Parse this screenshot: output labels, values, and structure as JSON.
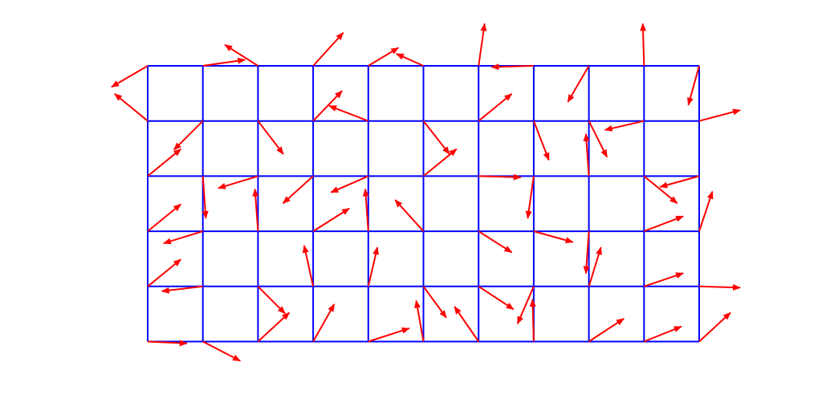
{
  "colors": {
    "background": "#ffffff",
    "grid": "#0000ff",
    "vector": "#ff0000"
  },
  "diagram": {
    "type": "vector-field-grid",
    "grid": {
      "columns": 10,
      "rows": 5
    },
    "vectors": [
      {
        "row": 0,
        "col": 0,
        "dx": -0.6,
        "dy": 0.35
      },
      {
        "row": 0,
        "col": 1,
        "dx": 0.7,
        "dy": -0.1
      },
      {
        "row": 0,
        "col": 2,
        "dx": -0.55,
        "dy": -0.35
      },
      {
        "row": 0,
        "col": 3,
        "dx": 0.5,
        "dy": -0.55
      },
      {
        "row": 0,
        "col": 4,
        "dx": 0.5,
        "dy": -0.3
      },
      {
        "row": 0,
        "col": 5,
        "dx": -0.45,
        "dy": -0.2
      },
      {
        "row": 0,
        "col": 6,
        "dx": 0.1,
        "dy": -0.7
      },
      {
        "row": 0,
        "col": 7,
        "dx": -0.7,
        "dy": 0.02
      },
      {
        "row": 0,
        "col": 8,
        "dx": -0.35,
        "dy": 0.6
      },
      {
        "row": 0,
        "col": 9,
        "dx": -0.02,
        "dy": -0.7
      },
      {
        "row": 0,
        "col": 10,
        "dx": -0.18,
        "dy": 0.65
      },
      {
        "row": 1,
        "col": 0,
        "dx": -0.55,
        "dy": -0.45
      },
      {
        "row": 1,
        "col": 1,
        "dx": -0.48,
        "dy": 0.48
      },
      {
        "row": 1,
        "col": 2,
        "dx": 0.42,
        "dy": 0.55
      },
      {
        "row": 1,
        "col": 3,
        "dx": 0.48,
        "dy": -0.5
      },
      {
        "row": 1,
        "col": 4,
        "dx": -0.65,
        "dy": -0.25
      },
      {
        "row": 1,
        "col": 5,
        "dx": 0.43,
        "dy": 0.55
      },
      {
        "row": 1,
        "col": 6,
        "dx": 0.55,
        "dy": -0.45
      },
      {
        "row": 1,
        "col": 7,
        "dx": 0.25,
        "dy": 0.65
      },
      {
        "row": 1,
        "col": 8,
        "dx": 0.3,
        "dy": 0.6
      },
      {
        "row": 1,
        "col": 9,
        "dx": -0.65,
        "dy": 0.15
      },
      {
        "row": 1,
        "col": 10,
        "dx": 0.68,
        "dy": -0.18
      },
      {
        "row": 2,
        "col": 0,
        "dx": 0.55,
        "dy": -0.45
      },
      {
        "row": 2,
        "col": 1,
        "dx": 0.05,
        "dy": 0.7
      },
      {
        "row": 2,
        "col": 2,
        "dx": -0.66,
        "dy": 0.2
      },
      {
        "row": 2,
        "col": 3,
        "dx": -0.5,
        "dy": 0.45
      },
      {
        "row": 2,
        "col": 4,
        "dx": -0.62,
        "dy": 0.27
      },
      {
        "row": 2,
        "col": 5,
        "dx": 0.55,
        "dy": -0.45
      },
      {
        "row": 2,
        "col": 6,
        "dx": 0.7,
        "dy": 0.02
      },
      {
        "row": 2,
        "col": 7,
        "dx": -0.1,
        "dy": 0.7
      },
      {
        "row": 2,
        "col": 8,
        "dx": -0.05,
        "dy": -0.7
      },
      {
        "row": 2,
        "col": 9,
        "dx": 0.55,
        "dy": 0.45
      },
      {
        "row": 2,
        "col": 10,
        "dx": -0.65,
        "dy": 0.18
      },
      {
        "row": 3,
        "col": 0,
        "dx": 0.55,
        "dy": -0.45
      },
      {
        "row": 3,
        "col": 1,
        "dx": -0.65,
        "dy": 0.2
      },
      {
        "row": 3,
        "col": 2,
        "dx": -0.05,
        "dy": -0.7
      },
      {
        "row": 3,
        "col": 3,
        "dx": 0.6,
        "dy": -0.38
      },
      {
        "row": 3,
        "col": 4,
        "dx": -0.05,
        "dy": -0.7
      },
      {
        "row": 3,
        "col": 5,
        "dx": -0.47,
        "dy": -0.52
      },
      {
        "row": 3,
        "col": 6,
        "dx": 0.55,
        "dy": 0.35
      },
      {
        "row": 3,
        "col": 7,
        "dx": 0.65,
        "dy": 0.18
      },
      {
        "row": 3,
        "col": 8,
        "dx": -0.05,
        "dy": 0.7
      },
      {
        "row": 3,
        "col": 9,
        "dx": 0.65,
        "dy": -0.25
      },
      {
        "row": 3,
        "col": 10,
        "dx": 0.22,
        "dy": -0.66
      },
      {
        "row": 4,
        "col": 0,
        "dx": 0.55,
        "dy": -0.45
      },
      {
        "row": 4,
        "col": 1,
        "dx": -0.68,
        "dy": 0.08
      },
      {
        "row": 4,
        "col": 2,
        "dx": 0.45,
        "dy": 0.45
      },
      {
        "row": 4,
        "col": 3,
        "dx": -0.15,
        "dy": -0.68
      },
      {
        "row": 4,
        "col": 4,
        "dx": 0.15,
        "dy": -0.65
      },
      {
        "row": 4,
        "col": 5,
        "dx": 0.38,
        "dy": 0.52
      },
      {
        "row": 4,
        "col": 6,
        "dx": 0.58,
        "dy": 0.38
      },
      {
        "row": 4,
        "col": 7,
        "dx": -0.27,
        "dy": 0.62
      },
      {
        "row": 4,
        "col": 8,
        "dx": 0.2,
        "dy": -0.65
      },
      {
        "row": 4,
        "col": 9,
        "dx": 0.65,
        "dy": -0.22
      },
      {
        "row": 4,
        "col": 10,
        "dx": 0.68,
        "dy": 0.02
      },
      {
        "row": 5,
        "col": 0,
        "dx": 0.65,
        "dy": 0.03
      },
      {
        "row": 5,
        "col": 1,
        "dx": 0.62,
        "dy": 0.32
      },
      {
        "row": 5,
        "col": 2,
        "dx": 0.52,
        "dy": -0.48
      },
      {
        "row": 5,
        "col": 3,
        "dx": 0.35,
        "dy": -0.62
      },
      {
        "row": 5,
        "col": 4,
        "dx": 0.68,
        "dy": -0.22
      },
      {
        "row": 5,
        "col": 5,
        "dx": -0.12,
        "dy": -0.68
      },
      {
        "row": 5,
        "col": 6,
        "dx": -0.4,
        "dy": -0.58
      },
      {
        "row": 5,
        "col": 7,
        "dx": -0.02,
        "dy": -0.7
      },
      {
        "row": 5,
        "col": 8,
        "dx": 0.58,
        "dy": -0.38
      },
      {
        "row": 5,
        "col": 9,
        "dx": 0.62,
        "dy": -0.25
      },
      {
        "row": 5,
        "col": 10,
        "dx": 0.52,
        "dy": -0.48
      }
    ]
  }
}
